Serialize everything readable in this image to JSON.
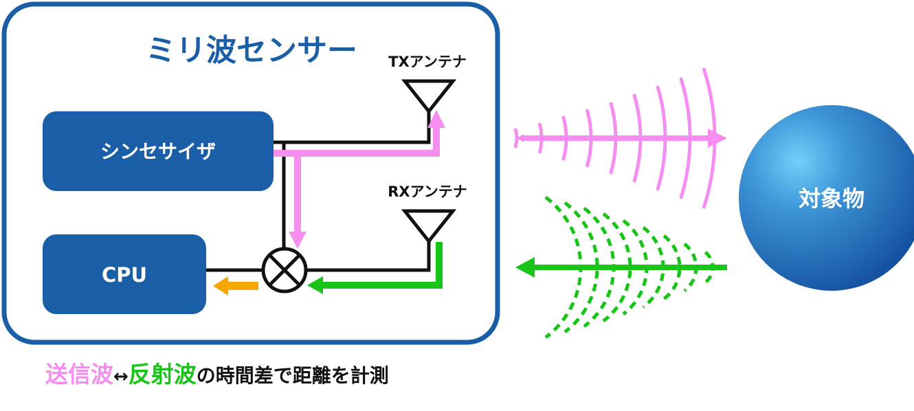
{
  "sensor": {
    "title": "ミリ波センサー"
  },
  "blocks": {
    "synthesizer": "シンセサイザ",
    "cpu": "CPU"
  },
  "antennas": {
    "tx": "TXアンテナ",
    "rx": "RXアンテナ"
  },
  "target": {
    "label": "対象物"
  },
  "caption": {
    "transmit": "送信波",
    "arrow": "↔",
    "reflect": "反射波",
    "rest": "の時間差で距離を計測"
  },
  "colors": {
    "sensor_border": "#1a5ea8",
    "block_fill": "#1a5ea8",
    "transmit_wave": "#f58ef0",
    "reflect_wave": "#18c418",
    "output_arrow": "#f7a800",
    "wire": "#111111",
    "target_light": "#6cc8f4",
    "target_dark": "#1a5ea8"
  }
}
